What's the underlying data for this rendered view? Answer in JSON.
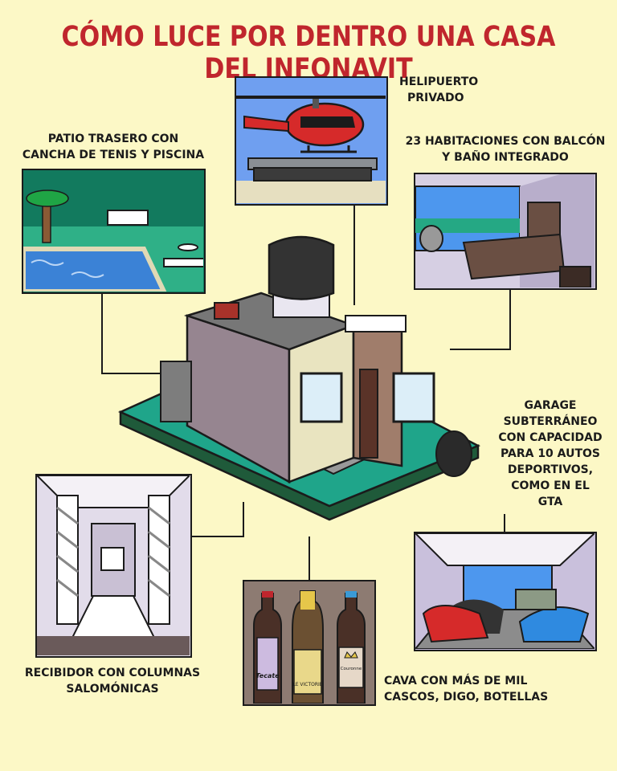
{
  "title": "CÓMO LUCE POR DENTRO UNA CASA DEL INFONAVIT",
  "captions": {
    "helipad": [
      "HELIPUERTO",
      "PRIVADO"
    ],
    "patio": [
      "PATIO TRASERO CON",
      "CANCHA DE TENIS Y PISCINA"
    ],
    "rooms": [
      "23 HABITACIONES CON BALCÓN",
      "Y BAÑO INTEGRADO"
    ],
    "garage": [
      "GARAGE",
      "SUBTERRÁNEO",
      "CON CAPACIDAD",
      "PARA 10 AUTOS",
      "DEPORTIVOS,",
      "COMO EN EL",
      "GTA"
    ],
    "lobby": [
      "RECIBIDOR CON COLUMNAS",
      "SALOMÓNICAS"
    ],
    "cellar": [
      "CAVA CON MÁS DE MIL",
      "CASCOS, DIGO, BOTELLAS"
    ]
  },
  "bottle_labels": [
    "Tecate",
    "LE VICTORIE",
    "Couronne"
  ],
  "colors": {
    "title": "#c0262d",
    "background": "#fcf8c6",
    "grass": "#1fa58a",
    "sky": "#6f9ff0"
  }
}
